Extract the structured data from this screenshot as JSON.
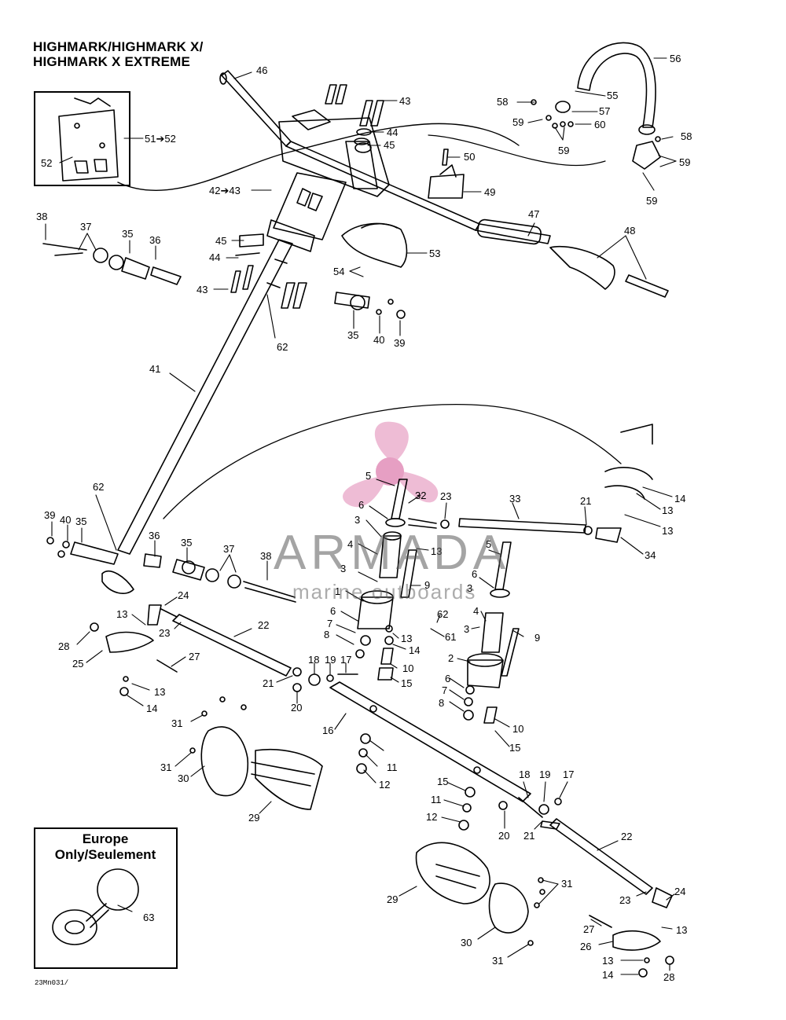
{
  "title": {
    "line1": "HIGHMARK/HIGHMARK X/",
    "line2": "HIGHMARK X EXTREME"
  },
  "inset_europe": {
    "line1": "Europe",
    "line2": "Only/Seulement"
  },
  "watermark": {
    "main": "ARMADA",
    "sub": "marine outboards"
  },
  "doc_code": "23Mn031/",
  "callouts": {
    "c46": "46",
    "c56": "56",
    "c43a": "43",
    "c55": "55",
    "c58a": "58",
    "c57": "57",
    "c44a": "44",
    "c59a": "59",
    "c60": "60",
    "c45a": "45",
    "c59b": "59",
    "c58b": "58",
    "c51": "51➔52",
    "c50": "50",
    "c59c": "59",
    "c52": "52",
    "c59d": "59",
    "c42": "42➔43",
    "c49": "49",
    "c47": "47",
    "c48": "48",
    "c38a": "38",
    "c37a": "37",
    "c35a": "35",
    "c36a": "36",
    "c45b": "45",
    "c53": "53",
    "c44b": "44",
    "c54": "54",
    "c43b": "43",
    "c35b": "35",
    "c40a": "40",
    "c39a": "39",
    "c62a": "62",
    "c41": "41",
    "c62b": "62",
    "c5a": "5",
    "c32": "32",
    "c23a": "23",
    "c33": "33",
    "c21a": "21",
    "c14a": "14",
    "c13a": "13",
    "c13b": "13",
    "c39b": "39",
    "c40b": "40",
    "c35c": "35",
    "c6a": "6",
    "c3a": "3",
    "c4a": "4",
    "c13c": "13",
    "c34": "34",
    "c36b": "36",
    "c35d": "35",
    "c37b": "37",
    "c38b": "38",
    "c5b": "5",
    "c3b": "3",
    "c9a": "9",
    "c6b": "6",
    "c3c": "3",
    "c1": "1",
    "c24a": "24",
    "c62c": "62",
    "c13d": "13",
    "c23b": "23",
    "c22a": "22",
    "c4b": "4",
    "c6c": "6",
    "c7a": "7",
    "c8a": "8",
    "c13e": "13",
    "c14b": "14",
    "c61": "61",
    "c3d": "3",
    "c9b": "9",
    "c28a": "28",
    "c25": "25",
    "c27a": "27",
    "c10a": "10",
    "c2": "2",
    "c18a": "18",
    "c19a": "19",
    "c17a": "17",
    "c21b": "21",
    "c15a": "15",
    "c6d": "6",
    "c7b": "7",
    "c8b": "8",
    "c13f": "13",
    "c14c": "14",
    "c20a": "20",
    "c10b": "10",
    "c16": "16",
    "c15b": "15",
    "c31a": "31",
    "c11a": "11",
    "c12a": "12",
    "c31b": "31",
    "c30a": "30",
    "c29a": "29",
    "c15c": "15",
    "c11b": "11",
    "c12b": "12",
    "c18b": "18",
    "c19b": "19",
    "c17b": "17",
    "c20b": "20",
    "c21c": "21",
    "c22b": "22",
    "c63": "63",
    "c29b": "29",
    "c31c": "31",
    "c23c": "23",
    "c24b": "24",
    "c13g": "13",
    "c27b": "27",
    "c26": "26",
    "c30b": "30",
    "c31d": "31",
    "c13h": "13",
    "c28b": "28",
    "c14d": "14"
  },
  "colors": {
    "ink": "#000000",
    "watermark_pink": "#e9a6c8",
    "watermark_gray": "#5a5a5a"
  }
}
